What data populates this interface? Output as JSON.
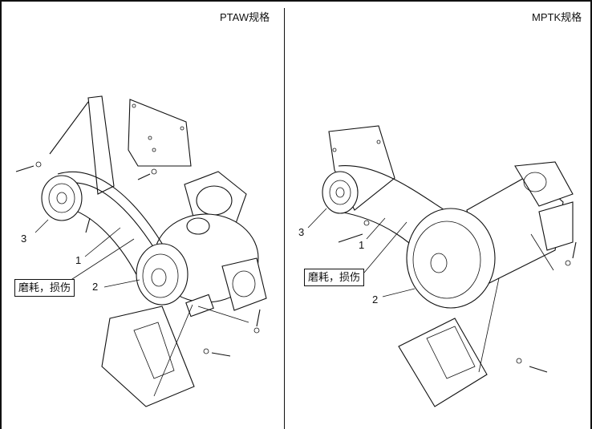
{
  "left_panel": {
    "title": "PTAW规格",
    "callouts": [
      "1",
      "2",
      "3"
    ],
    "wear_label": "磨耗，损伤"
  },
  "right_panel": {
    "title": "MPTK规格",
    "callouts": [
      "1",
      "2",
      "3"
    ],
    "wear_label": "磨耗，损伤"
  }
}
